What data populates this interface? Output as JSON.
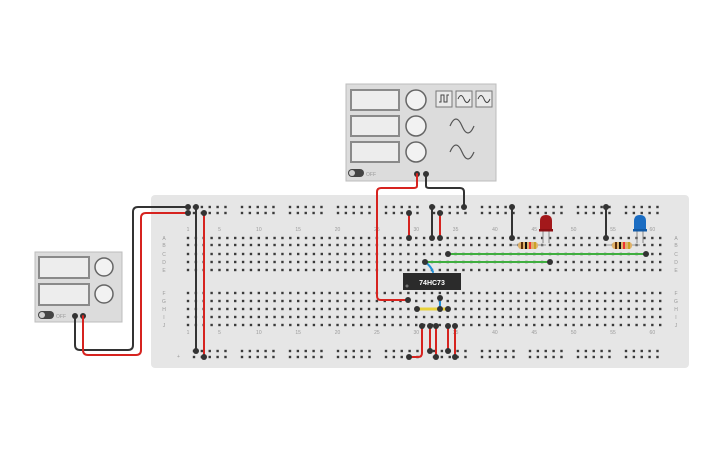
{
  "breadboard": {
    "column_numbers": [
      "1",
      "5",
      "10",
      "15",
      "20",
      "25",
      "30",
      "35",
      "40",
      "45",
      "50",
      "55",
      "60"
    ],
    "row_letters_top": [
      "A",
      "B",
      "C",
      "D",
      "E"
    ],
    "row_letters_bottom": [
      "F",
      "G",
      "H",
      "I",
      "J"
    ]
  },
  "function_generator": {
    "waveform_buttons": [
      "square-wave-icon",
      "sine-wave-icon",
      "sine-wave-icon"
    ],
    "power_label": "OFF"
  },
  "power_supply": {
    "power_label": "OFF"
  },
  "chip": {
    "label": "74HC73"
  },
  "colors": {
    "wire_red": "#d6231f",
    "wire_black": "#333333",
    "wire_green": "#3fae3f",
    "wire_yellow": "#e8d23a",
    "wire_blue": "#1f8fd6",
    "led_red": "#a3181b",
    "led_blue": "#1a6cc2",
    "breadboard": "#e6e6e6"
  }
}
